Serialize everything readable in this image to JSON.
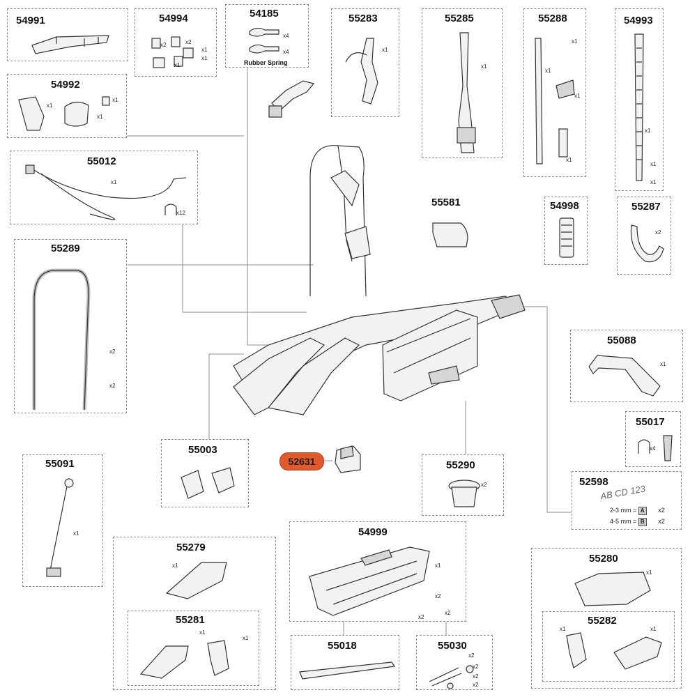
{
  "highlight": {
    "part": "52631",
    "color": "#e05a2b"
  },
  "rubber_spring_label": "Rubber Spring",
  "plate_text": "AB CD 123",
  "spec": [
    {
      "label": "2-3 mm =",
      "letter": "A",
      "qty": "x2"
    },
    {
      "label": "4-5 mm =",
      "letter": "B",
      "qty": "x2"
    }
  ],
  "parts": {
    "p54991": {
      "number": "54991"
    },
    "p54994": {
      "number": "54994",
      "qty": [
        "x2",
        "x2",
        "x1",
        "x1",
        "x1"
      ]
    },
    "p54185": {
      "number": "54185",
      "qty": [
        "x4",
        "x4"
      ]
    },
    "p55283": {
      "number": "55283",
      "qty": [
        "x1"
      ]
    },
    "p55285": {
      "number": "55285",
      "qty": [
        "x1"
      ]
    },
    "p55288": {
      "number": "55288",
      "qty": [
        "x1",
        "x1",
        "x1",
        "x1"
      ]
    },
    "p54993": {
      "number": "54993",
      "qty": [
        "x1",
        "x1",
        "x1"
      ]
    },
    "p54992": {
      "number": "54992",
      "qty": [
        "x1",
        "x1",
        "x1"
      ]
    },
    "p55012": {
      "number": "55012",
      "qty": [
        "x1",
        "x12"
      ]
    },
    "p55581": {
      "number": "55581"
    },
    "p54998": {
      "number": "54998"
    },
    "p55287": {
      "number": "55287",
      "qty": [
        "x2"
      ]
    },
    "p55289": {
      "number": "55289",
      "qty": [
        "x2",
        "x2"
      ]
    },
    "p55088": {
      "number": "55088",
      "qty": [
        "x1"
      ]
    },
    "p55017": {
      "number": "55017",
      "qty": [
        "x4"
      ]
    },
    "p55003": {
      "number": "55003"
    },
    "p55290": {
      "number": "55290",
      "qty": [
        "x2"
      ]
    },
    "p52598": {
      "number": "52598"
    },
    "p55091": {
      "number": "55091",
      "qty": [
        "x1"
      ]
    },
    "p55279": {
      "number": "55279",
      "qty": [
        "x1"
      ]
    },
    "p55281": {
      "number": "55281",
      "qty": [
        "x1",
        "x1"
      ]
    },
    "p54999": {
      "number": "54999",
      "qty": [
        "x1",
        "x2",
        "x2",
        "x2"
      ]
    },
    "p55280": {
      "number": "55280",
      "qty": [
        "x1"
      ]
    },
    "p55282": {
      "number": "55282",
      "qty": [
        "x1",
        "x1"
      ]
    },
    "p55018": {
      "number": "55018"
    },
    "p55030": {
      "number": "55030",
      "qty": [
        "x2",
        "x2",
        "x2",
        "x2"
      ]
    }
  }
}
